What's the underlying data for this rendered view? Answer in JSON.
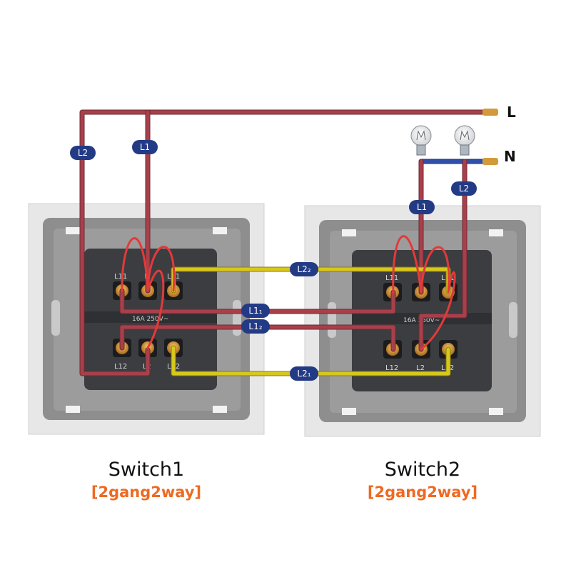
{
  "supply": {
    "live": "L",
    "neutral": "N"
  },
  "wire_labels": {
    "s1_l2": "L2",
    "s1_l1": "L1",
    "s2_l1": "L1",
    "s2_l2": "L2",
    "l22": "L2₂",
    "l11": "L1₁",
    "l12": "L1₂",
    "l21": "L2₁"
  },
  "terminal_labels": {
    "s1_top": [
      "L11",
      "L",
      "L21"
    ],
    "s1_bottom": [
      "L12",
      "L2",
      "L22"
    ],
    "s2_top": [
      "L11",
      "L",
      "L21"
    ],
    "s2_bottom": [
      "L12",
      "L2",
      "L22"
    ]
  },
  "rating": "16A 250V~",
  "switches": [
    {
      "title": "Switch1",
      "subtitle": "[2gang2way]"
    },
    {
      "title": "Switch2",
      "subtitle": "[2gang2way]"
    }
  ],
  "colors": {
    "live_wire": "#a8404c",
    "neutral_wire": "#2f4fa8",
    "traveler_wire": "#d8c71c",
    "label_badge": "#233a85",
    "subtitle": "#ee6a22",
    "frame_gray": "#8c8c8c",
    "module_dark": "#3b3d40",
    "terminal_brass": "#c88a2a"
  }
}
